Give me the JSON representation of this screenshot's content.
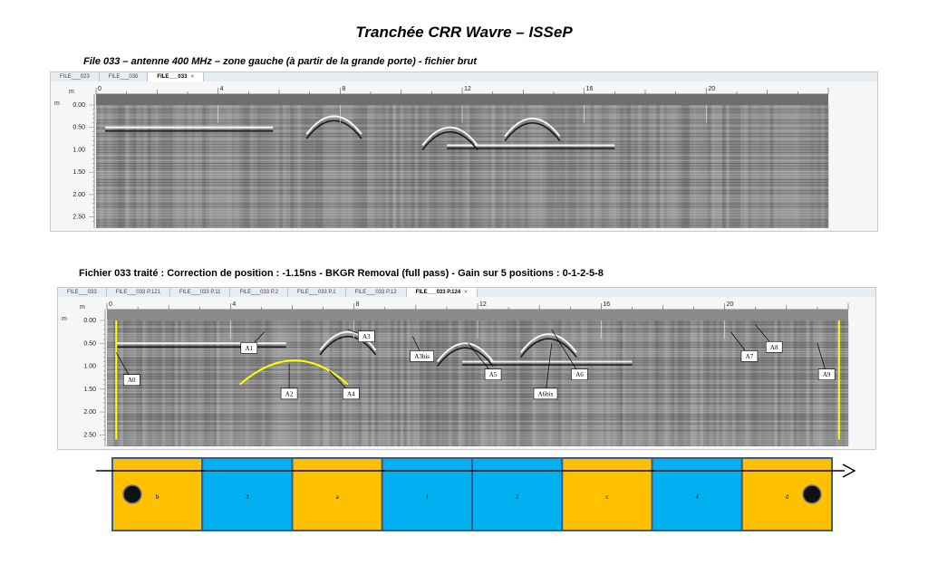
{
  "title": "Tranchée CRR Wavre – ISSeP",
  "caption_raw": "File 033 – antenne 400 MHz – zone gauche (à partir de la grande porte) - fichier brut",
  "caption_processed": "Fichier 033 traité : Correction de position : -1.15ns  -  BKGR Removal (full pass)   -   Gain sur 5 positions : 0-1-2-5-8",
  "panel_raw": {
    "tabs": [
      {
        "label": "FILE___023",
        "active": false
      },
      {
        "label": "FILE___030",
        "active": false
      },
      {
        "label": "FILE___033",
        "active": true
      }
    ],
    "close_glyph": "×",
    "x_unit": "m",
    "y_unit": "m",
    "x_ticks": [
      "0",
      "4",
      "8",
      "12",
      "16",
      "20"
    ],
    "y_ticks": [
      "0.00",
      "0.50",
      "1.00",
      "1.50",
      "2.00",
      "2.50"
    ]
  },
  "panel_processed": {
    "tabs": [
      {
        "label": "FILE___033",
        "active": false
      },
      {
        "label": "FILE___033 P.121",
        "active": false
      },
      {
        "label": "FILE___033 P.11",
        "active": false
      },
      {
        "label": "FILE___033 P.2",
        "active": false
      },
      {
        "label": "FILE___033 P.1",
        "active": false
      },
      {
        "label": "FILE___033 P.12",
        "active": false
      },
      {
        "label": "FILE___033 P.124",
        "active": true
      }
    ],
    "close_glyph": "×",
    "x_unit": "m",
    "y_unit": "m",
    "x_ticks": [
      "0",
      "4",
      "8",
      "12",
      "16",
      "20"
    ],
    "y_ticks": [
      "0.00",
      "0.50",
      "1.00",
      "1.50",
      "2.00",
      "2.50"
    ],
    "annotations": [
      {
        "label": "A0",
        "x": 0.3,
        "depth": 0.7,
        "bx": 0.8,
        "bdepth": 1.3
      },
      {
        "label": "A1",
        "x": 5.1,
        "depth": 0.25,
        "bx": 4.6,
        "bdepth": 0.6
      },
      {
        "label": "A2",
        "x": 5.9,
        "depth": 0.95,
        "bx": 5.9,
        "bdepth": 1.6
      },
      {
        "label": "A3",
        "x": 7.8,
        "depth": 0.2,
        "bx": 8.4,
        "bdepth": 0.35
      },
      {
        "label": "A3bis",
        "x": 9.9,
        "depth": 0.35,
        "bx": 10.2,
        "bdepth": 0.78
      },
      {
        "label": "A4",
        "x": 7.2,
        "depth": 1.1,
        "bx": 7.9,
        "bdepth": 1.6
      },
      {
        "label": "A5",
        "x": 11.7,
        "depth": 0.5,
        "bx": 12.5,
        "bdepth": 1.18
      },
      {
        "label": "A6",
        "x": 14.4,
        "depth": 0.2,
        "bx": 15.3,
        "bdepth": 1.18
      },
      {
        "label": "A6bis",
        "x": 14.4,
        "depth": 0.5,
        "bx": 14.2,
        "bdepth": 1.6
      },
      {
        "label": "A7",
        "x": 20.2,
        "depth": 0.25,
        "bx": 20.8,
        "bdepth": 0.78
      },
      {
        "label": "A8",
        "x": 21.0,
        "depth": 0.1,
        "bx": 21.6,
        "bdepth": 0.58
      },
      {
        "label": "A9",
        "x": 23.0,
        "depth": 0.5,
        "bx": 23.3,
        "bdepth": 1.18
      }
    ]
  },
  "trench": {
    "sections": [
      {
        "label": "b",
        "type": "orange"
      },
      {
        "label": "3",
        "type": "blue"
      },
      {
        "label": "a",
        "type": "orange"
      },
      {
        "label": "1",
        "type": "blue"
      },
      {
        "label": "2",
        "type": "blue"
      },
      {
        "label": "c",
        "type": "orange"
      },
      {
        "label": "4",
        "type": "blue"
      },
      {
        "label": "d",
        "type": "orange"
      }
    ],
    "colors": {
      "orange": "#FFC000",
      "blue": "#00B0F0",
      "border": "#385D8A"
    }
  }
}
